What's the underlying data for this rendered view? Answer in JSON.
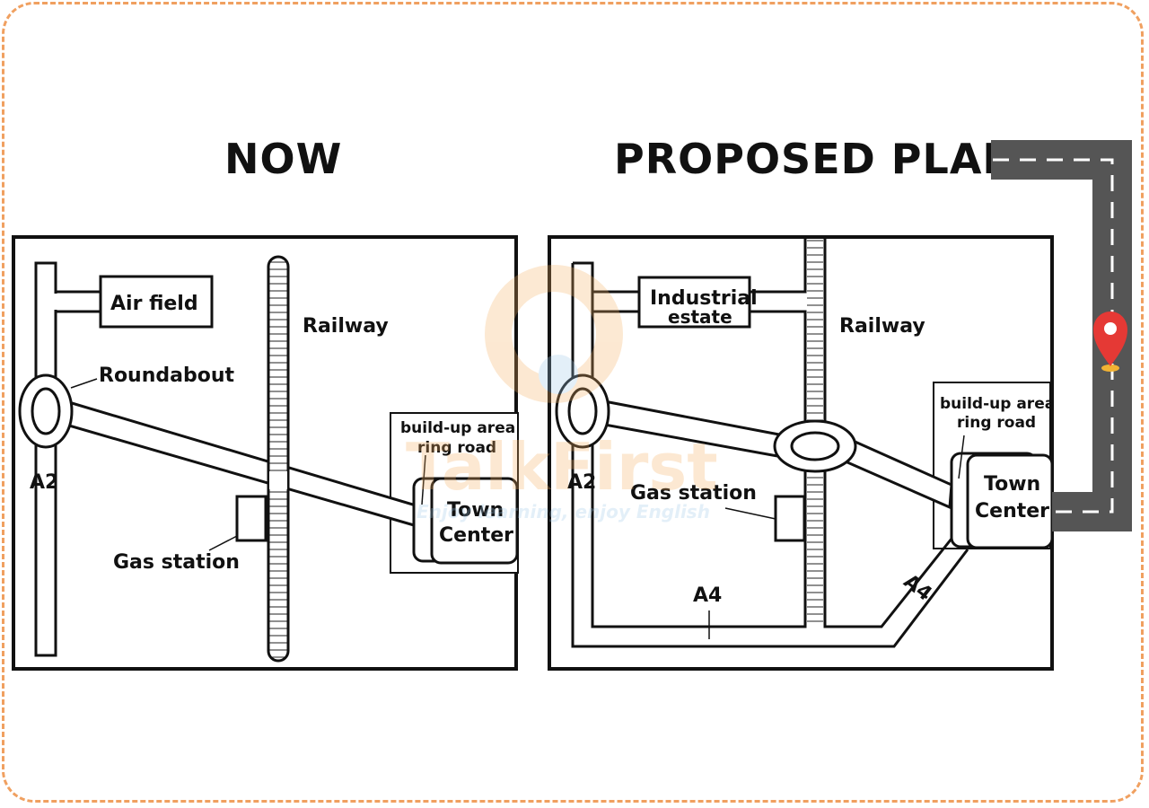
{
  "titles": {
    "now": "NOW",
    "plan": "PROPOSED PLAN"
  },
  "watermark": {
    "brand": "TalkFirst",
    "tagline": "Enjoy learning, enjoy English"
  },
  "now_map": {
    "air_field": "Air field",
    "roundabout": "Roundabout",
    "railway": "Railway",
    "a2": "A2",
    "buildup_area": "build-up area",
    "ring_road": "ring road",
    "town": "Town",
    "center": "Center",
    "gas_station": "Gas station"
  },
  "plan_map": {
    "industrial": "Industrial",
    "estate": "estate",
    "railway": "Railway",
    "a2": "A2",
    "gas_station": "Gas station",
    "buildup_area": "build-up area",
    "ring_road": "ring road",
    "town": "Town",
    "center": "Center",
    "a4_bottom": "A4",
    "a4_diagonal": "A4"
  },
  "colors": {
    "border": "#f0a060",
    "road_decor": "#555555",
    "pin": "#e53935",
    "pin_base": "#f2b233",
    "watermark_orange": "#f5b060",
    "watermark_blue": "#9cc8e8"
  },
  "icons": {
    "pin": "map-pin-icon"
  }
}
